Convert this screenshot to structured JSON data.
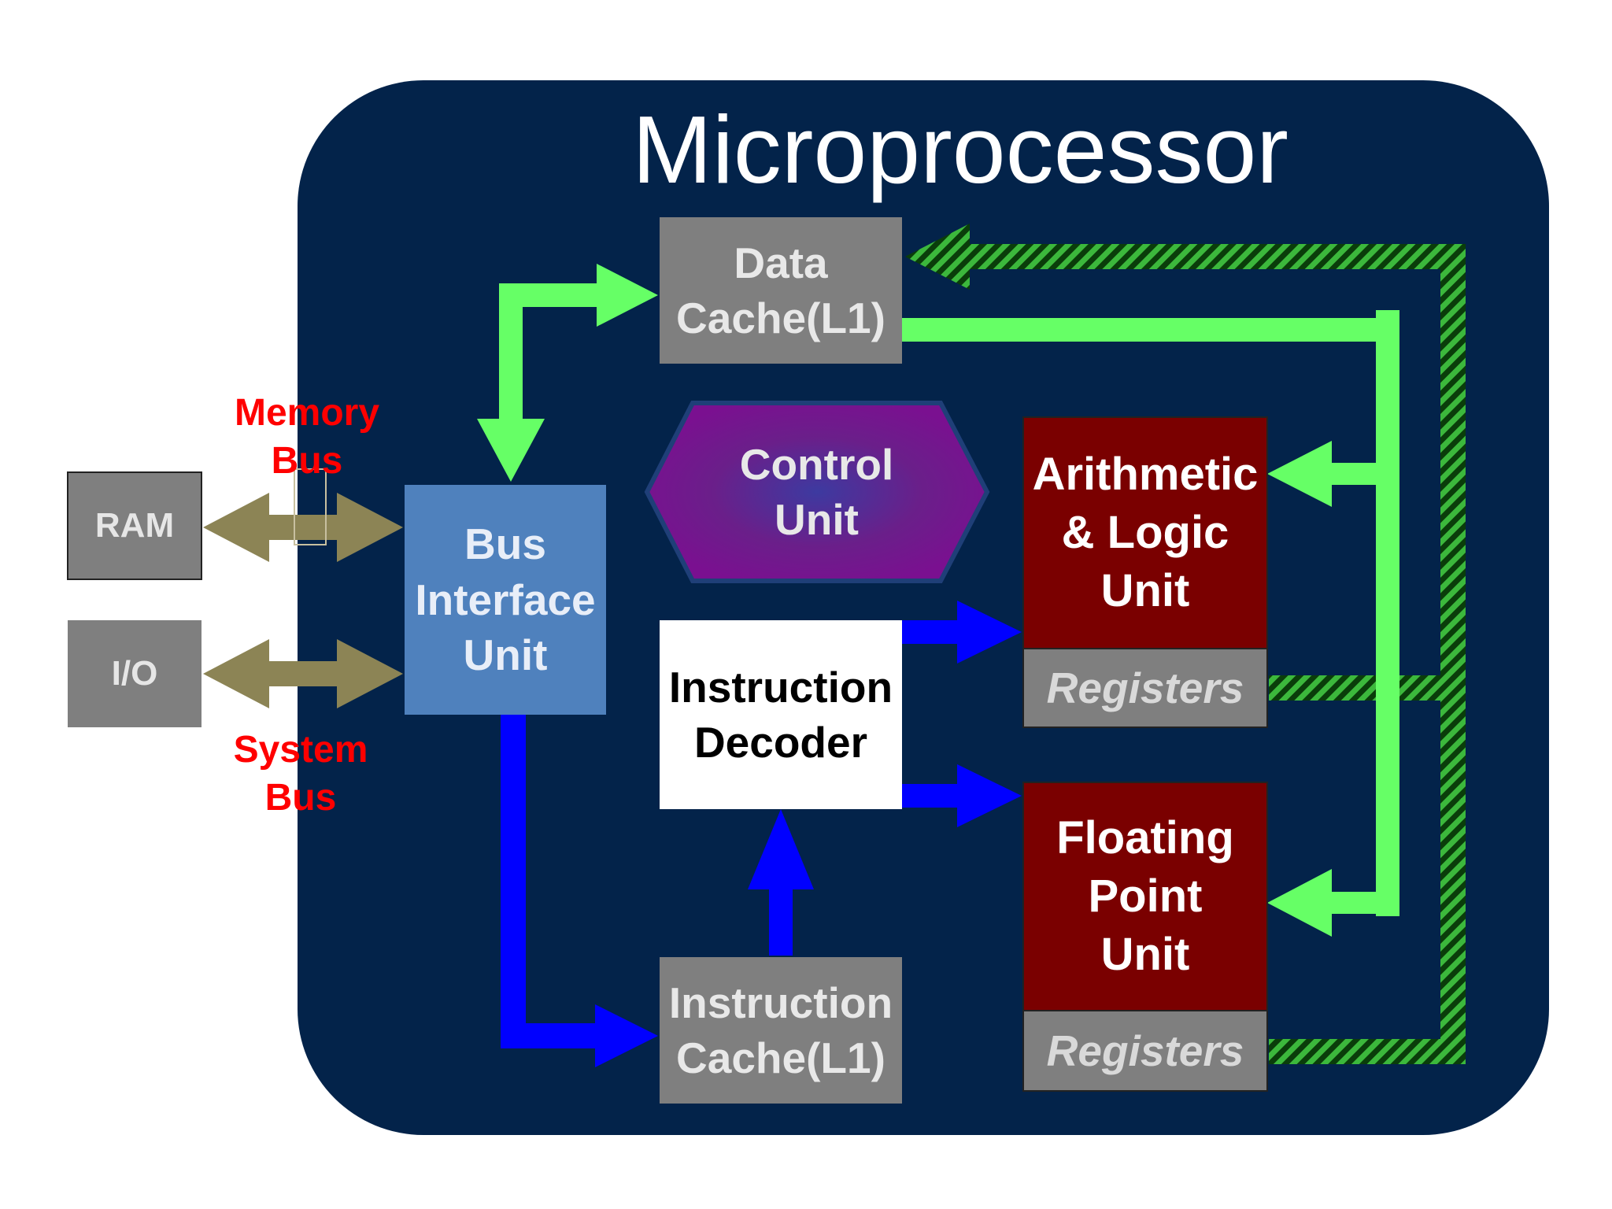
{
  "title": "Microprocessor",
  "colors": {
    "panel": "#03234a",
    "green": "#66ff66",
    "blue": "#0000ff",
    "olive": "#8c8455",
    "bus_label": "#ff0000",
    "grey_box": "#7f7f7f",
    "biu": "#4f81bd",
    "alu": "#7a0000"
  },
  "labels": {
    "ram": "RAM",
    "io": "I/O",
    "memory_bus": "Memory\nBus",
    "system_bus": "System\nBus",
    "biu": "Bus\nInterface\nUnit",
    "data_cache": "Data\nCache(L1)",
    "control_unit": "Control\nUnit",
    "instruction_decoder": "Instruction\nDecoder",
    "instruction_cache": "Instruction\nCache(L1)",
    "alu": "Arithmetic\n& Logic\nUnit",
    "alu_registers": "Registers",
    "fpu": "Floating\nPoint\nUnit",
    "fpu_registers": "Registers"
  },
  "icons": [
    "double-arrow-icon",
    "arrow-icon",
    "hatched-arrow-icon"
  ]
}
